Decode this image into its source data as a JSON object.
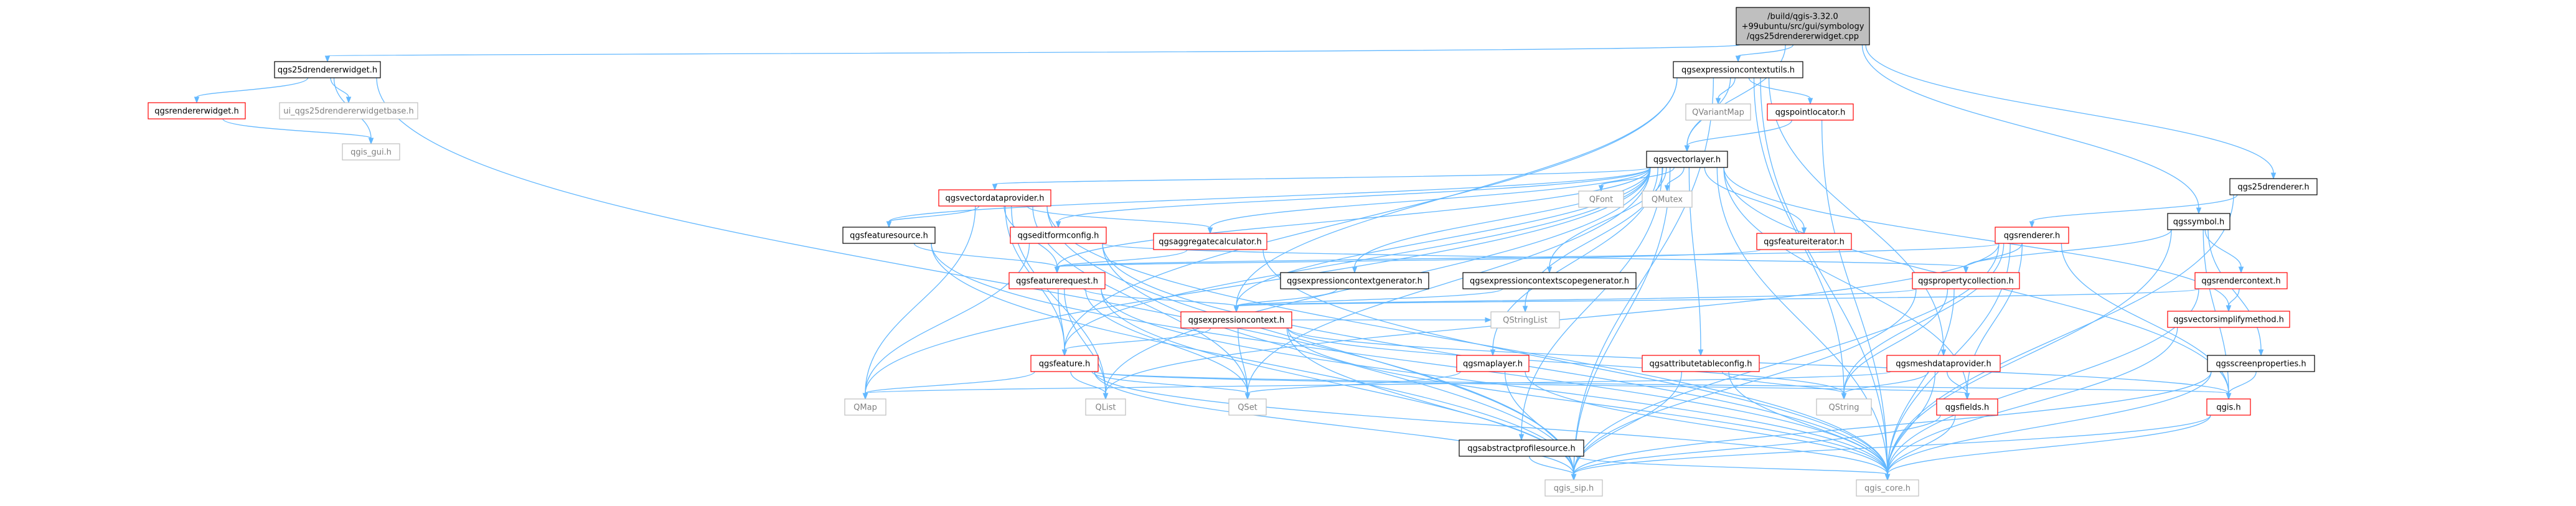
{
  "colors": {
    "edge": "#63b8ff",
    "border_default": "#000000",
    "border_red": "#ff0000",
    "border_gray": "#bfbfbf",
    "fill_root": "#bfbfbf",
    "fill_default": "#ffffff",
    "text_default": "#000000",
    "text_gray": "#7f7f7f"
  },
  "nodes": [
    {
      "id": "root",
      "kind": "root",
      "lines": [
        "/build/qgis-3.32.0",
        "+99ubuntu/src/gui/symbology",
        "/qgs25drendererwidget.cpp"
      ]
    },
    {
      "id": "qgs25drendererwidget_h",
      "kind": "normal",
      "lines": [
        "qgs25drendererwidget.h"
      ]
    },
    {
      "id": "qgsexpressioncontextutils_h",
      "kind": "normal",
      "lines": [
        "qgsexpressioncontextutils.h"
      ]
    },
    {
      "id": "qgsvectorlayer_h",
      "kind": "normal",
      "lines": [
        "qgsvectorlayer.h"
      ]
    },
    {
      "id": "qgs25drenderer_h",
      "kind": "normal",
      "lines": [
        "qgs25drenderer.h"
      ]
    },
    {
      "id": "qgssymbol_h",
      "kind": "normal",
      "lines": [
        "qgssymbol.h"
      ]
    },
    {
      "id": "qgsrendererwidget_h",
      "kind": "red",
      "lines": [
        "qgsrendererwidget.h"
      ]
    },
    {
      "id": "ui_qgs25drendererwidgetbase_h",
      "kind": "gray",
      "lines": [
        "ui_qgs25drendererwidgetbase.h"
      ]
    },
    {
      "id": "qgis_gui_h",
      "kind": "gray",
      "lines": [
        "qgis_gui.h"
      ]
    },
    {
      "id": "qvariantmap",
      "kind": "gray",
      "lines": [
        "QVariantMap"
      ]
    },
    {
      "id": "qgspointlocator_h",
      "kind": "red",
      "lines": [
        "qgspointlocator.h"
      ]
    },
    {
      "id": "qgsvectordataprovider_h",
      "kind": "red",
      "lines": [
        "qgsvectordataprovider.h"
      ]
    },
    {
      "id": "qfont",
      "kind": "gray",
      "lines": [
        "QFont"
      ]
    },
    {
      "id": "qmutex",
      "kind": "gray",
      "lines": [
        "QMutex"
      ]
    },
    {
      "id": "qgsfeaturesource_h",
      "kind": "normal",
      "lines": [
        "qgsfeaturesource.h"
      ]
    },
    {
      "id": "qgseditformconfig_h",
      "kind": "red",
      "lines": [
        "qgseditformconfig.h"
      ]
    },
    {
      "id": "qgsaggregatecalculator_h",
      "kind": "red",
      "lines": [
        "qgsaggregatecalculator.h"
      ]
    },
    {
      "id": "qgsfeatureiterator_h",
      "kind": "red",
      "lines": [
        "qgsfeatureiterator.h"
      ]
    },
    {
      "id": "qgsrenderer_h",
      "kind": "red",
      "lines": [
        "qgsrenderer.h"
      ]
    },
    {
      "id": "qgsfeaturerequest_h",
      "kind": "red",
      "lines": [
        "qgsfeaturerequest.h"
      ]
    },
    {
      "id": "qgsexpressioncontextgenerator_h",
      "kind": "normal",
      "lines": [
        "qgsexpressioncontextgenerator.h"
      ]
    },
    {
      "id": "qgsexpressioncontextscopegenerator_h",
      "kind": "normal",
      "lines": [
        "qgsexpressioncontextscopegenerator.h"
      ]
    },
    {
      "id": "qgspropertycollection_h",
      "kind": "red",
      "lines": [
        "qgspropertycollection.h"
      ]
    },
    {
      "id": "qgsrendercontext_h",
      "kind": "red",
      "lines": [
        "qgsrendercontext.h"
      ]
    },
    {
      "id": "qgsvectorsimplifymethod_h",
      "kind": "red",
      "lines": [
        "qgsvectorsimplifymethod.h"
      ]
    },
    {
      "id": "qgsexpressioncontext_h",
      "kind": "red",
      "lines": [
        "qgsexpressioncontext.h"
      ]
    },
    {
      "id": "qstringlist",
      "kind": "gray",
      "lines": [
        "QStringList"
      ]
    },
    {
      "id": "qgsfeature_h",
      "kind": "red",
      "lines": [
        "qgsfeature.h"
      ]
    },
    {
      "id": "qgsmaplayer_h",
      "kind": "red",
      "lines": [
        "qgsmaplayer.h"
      ]
    },
    {
      "id": "qgsattributetableconfig_h",
      "kind": "red",
      "lines": [
        "qgsattributetableconfig.h"
      ]
    },
    {
      "id": "qgsmeshdataprovider_h",
      "kind": "red",
      "lines": [
        "qgsmeshdataprovider.h"
      ]
    },
    {
      "id": "qgsscreenproperties_h",
      "kind": "normal",
      "lines": [
        "qgsscreenproperties.h"
      ]
    },
    {
      "id": "qmap",
      "kind": "gray",
      "lines": [
        "QMap"
      ]
    },
    {
      "id": "qlist",
      "kind": "gray",
      "lines": [
        "QList"
      ]
    },
    {
      "id": "qset",
      "kind": "gray",
      "lines": [
        "QSet"
      ]
    },
    {
      "id": "qgsabstractprofilesource_h",
      "kind": "normal",
      "lines": [
        "qgsabstractprofilesource.h"
      ]
    },
    {
      "id": "qstring",
      "kind": "gray",
      "lines": [
        "QString"
      ]
    },
    {
      "id": "qgsfields_h",
      "kind": "red",
      "lines": [
        "qgsfields.h"
      ]
    },
    {
      "id": "qgis_h",
      "kind": "red",
      "lines": [
        "qgis.h"
      ]
    },
    {
      "id": "qgis_sip_h",
      "kind": "gray",
      "lines": [
        "qgis_sip.h"
      ]
    },
    {
      "id": "qgis_core_h",
      "kind": "gray",
      "lines": [
        "qgis_core.h"
      ]
    }
  ],
  "edges": [
    [
      "root",
      "qgs25drendererwidget_h"
    ],
    [
      "root",
      "qgsexpressioncontextutils_h"
    ],
    [
      "root",
      "qgsvectorlayer_h"
    ],
    [
      "root",
      "qgs25drenderer_h"
    ],
    [
      "root",
      "qgssymbol_h"
    ],
    [
      "qgs25drendererwidget_h",
      "qgsrendererwidget_h"
    ],
    [
      "qgs25drendererwidget_h",
      "ui_qgs25drendererwidgetbase_h"
    ],
    [
      "qgs25drendererwidget_h",
      "qgis_gui_h"
    ],
    [
      "qgs25drendererwidget_h",
      "qgis_sip_h"
    ],
    [
      "qgsrendererwidget_h",
      "qgis_gui_h"
    ],
    [
      "qgsexpressioncontextutils_h",
      "qvariantmap"
    ],
    [
      "qgsexpressioncontextutils_h",
      "qgspointlocator_h"
    ],
    [
      "qgsexpressioncontextutils_h",
      "qgsvectorlayer_h"
    ],
    [
      "qgsexpressioncontextutils_h",
      "qgsexpressioncontext_h"
    ],
    [
      "qgsexpressioncontextutils_h",
      "qgsfeature_h"
    ],
    [
      "qgsexpressioncontextutils_h",
      "qstring"
    ],
    [
      "qgsexpressioncontextutils_h",
      "qgis_sip_h"
    ],
    [
      "qgsexpressioncontextutils_h",
      "qgis_core_h"
    ],
    [
      "qgsexpressioncontextutils_h",
      "qgsmeshdataprovider_h"
    ],
    [
      "qgspointlocator_h",
      "qgsvectorlayer_h"
    ],
    [
      "qgspointlocator_h",
      "qgis_core_h"
    ],
    [
      "qgsvectorlayer_h",
      "qgsvectordataprovider_h"
    ],
    [
      "qgsvectorlayer_h",
      "qfont"
    ],
    [
      "qgsvectorlayer_h",
      "qmutex"
    ],
    [
      "qgsvectorlayer_h",
      "qgsfeaturesource_h"
    ],
    [
      "qgsvectorlayer_h",
      "qgseditformconfig_h"
    ],
    [
      "qgsvectorlayer_h",
      "qgsaggregatecalculator_h"
    ],
    [
      "qgsvectorlayer_h",
      "qgsfeatureiterator_h"
    ],
    [
      "qgsvectorlayer_h",
      "qgsfeaturerequest_h"
    ],
    [
      "qgsvectorlayer_h",
      "qgsexpressioncontextgenerator_h"
    ],
    [
      "qgsvectorlayer_h",
      "qgsexpressioncontextscopegenerator_h"
    ],
    [
      "qgsvectorlayer_h",
      "qgsexpressioncontext_h"
    ],
    [
      "qgsvectorlayer_h",
      "qgsfeature_h"
    ],
    [
      "qgsvectorlayer_h",
      "qgsmaplayer_h"
    ],
    [
      "qgsvectorlayer_h",
      "qgsattributetableconfig_h"
    ],
    [
      "qgsvectorlayer_h",
      "qgsvectorsimplifymethod_h"
    ],
    [
      "qgsvectorlayer_h",
      "qmap"
    ],
    [
      "qgsvectorlayer_h",
      "qlist"
    ],
    [
      "qgsvectorlayer_h",
      "qset"
    ],
    [
      "qgsvectorlayer_h",
      "qstringlist"
    ],
    [
      "qgsvectorlayer_h",
      "qgsfields_h"
    ],
    [
      "qgsvectorlayer_h",
      "qgis_h"
    ],
    [
      "qgsvectorlayer_h",
      "qgis_sip_h"
    ],
    [
      "qgsvectorlayer_h",
      "qgis_core_h"
    ],
    [
      "qgsvectorlayer_h",
      "qgsabstractprofilesource_h"
    ],
    [
      "qgsvectordataprovider_h",
      "qgsfeaturesource_h"
    ],
    [
      "qgsvectordataprovider_h",
      "qgsaggregatecalculator_h"
    ],
    [
      "qgsvectordataprovider_h",
      "qgsfeaturerequest_h"
    ],
    [
      "qgsvectordataprovider_h",
      "qgsfeature_h"
    ],
    [
      "qgsvectordataprovider_h",
      "qmap"
    ],
    [
      "qgsvectordataprovider_h",
      "qlist"
    ],
    [
      "qgsvectordataprovider_h",
      "qset"
    ],
    [
      "qgsvectordataprovider_h",
      "qgis_sip_h"
    ],
    [
      "qgsvectordataprovider_h",
      "qgis_core_h"
    ],
    [
      "qgsfeaturesource_h",
      "qgsfeaturerequest_h"
    ],
    [
      "qgsfeaturesource_h",
      "qgis_sip_h"
    ],
    [
      "qgsfeaturesource_h",
      "qgis_core_h"
    ],
    [
      "qgseditformconfig_h",
      "qgspropertycollection_h"
    ],
    [
      "qgseditformconfig_h",
      "qmap"
    ],
    [
      "qgseditformconfig_h",
      "qgis_sip_h"
    ],
    [
      "qgseditformconfig_h",
      "qgis_core_h"
    ],
    [
      "qgsaggregatecalculator_h",
      "qgsfeaturerequest_h"
    ],
    [
      "qgsaggregatecalculator_h",
      "qgis_core_h"
    ],
    [
      "qgsfeatureiterator_h",
      "qgsfeaturerequest_h"
    ],
    [
      "qgsfeaturerequest_h",
      "qgsexpressioncontext_h"
    ],
    [
      "qgsfeaturerequest_h",
      "qgsfeature_h"
    ],
    [
      "qgsfeaturerequest_h",
      "qlist"
    ],
    [
      "qgsfeaturerequest_h",
      "qset"
    ],
    [
      "qgsfeaturerequest_h",
      "qgis_sip_h"
    ],
    [
      "qgsfeaturerequest_h",
      "qgis_core_h"
    ],
    [
      "qgsexpressioncontextgenerator_h",
      "qgsexpressioncontext_h"
    ],
    [
      "qgsexpressioncontextscopegenerator_h",
      "qgsexpressioncontext_h"
    ],
    [
      "qgsexpressioncontext_h",
      "qgsfeature_h"
    ],
    [
      "qgsexpressioncontext_h",
      "qstringlist"
    ],
    [
      "qgsexpressioncontext_h",
      "qset"
    ],
    [
      "qgsexpressioncontext_h",
      "qstring"
    ],
    [
      "qgsexpressioncontext_h",
      "qgis_h"
    ],
    [
      "qgsexpressioncontext_h",
      "qgis_sip_h"
    ],
    [
      "qgsexpressioncontext_h",
      "qgis_core_h"
    ],
    [
      "qgsfeature_h",
      "qmap"
    ],
    [
      "qgsfeature_h",
      "qlist"
    ],
    [
      "qgsfeature_h",
      "qset"
    ],
    [
      "qgsfeature_h",
      "qgsfields_h"
    ],
    [
      "qgsfeature_h",
      "qgis_h"
    ],
    [
      "qgsfeature_h",
      "qgis_sip_h"
    ],
    [
      "qgsfeature_h",
      "qgis_core_h"
    ],
    [
      "qgsmaplayer_h",
      "qset"
    ],
    [
      "qgsmaplayer_h",
      "qgis_sip_h"
    ],
    [
      "qgsmaplayer_h",
      "qgis_core_h"
    ],
    [
      "qgsattributetableconfig_h",
      "qstring"
    ],
    [
      "qgsattributetableconfig_h",
      "qgis_sip_h"
    ],
    [
      "qgsattributetableconfig_h",
      "qgis_core_h"
    ],
    [
      "qgsabstractprofilesource_h",
      "qgis_sip_h"
    ],
    [
      "qgsabstractprofilesource_h",
      "qgis_core_h"
    ],
    [
      "qgs25drenderer_h",
      "qgsrenderer_h"
    ],
    [
      "qgs25drenderer_h",
      "qgis_core_h"
    ],
    [
      "qgsrenderer_h",
      "qgsfeaturerequest_h"
    ],
    [
      "qgsrenderer_h",
      "qgspropertycollection_h"
    ],
    [
      "qgsrenderer_h",
      "qlist"
    ],
    [
      "qgsrenderer_h",
      "qstring"
    ],
    [
      "qgsrenderer_h",
      "qgsfields_h"
    ],
    [
      "qgsrenderer_h",
      "qgis_h"
    ],
    [
      "qgsrenderer_h",
      "qgis_sip_h"
    ],
    [
      "qgsrenderer_h",
      "qgis_core_h"
    ],
    [
      "qgssymbol_h",
      "qgspropertycollection_h"
    ],
    [
      "qgssymbol_h",
      "qgsrendercontext_h"
    ],
    [
      "qgssymbol_h",
      "qgsscreenproperties_h"
    ],
    [
      "qgssymbol_h",
      "qgis_h"
    ],
    [
      "qgssymbol_h",
      "qgis_core_h"
    ],
    [
      "qgspropertycollection_h",
      "qgsexpressioncontext_h"
    ],
    [
      "qgspropertycollection_h",
      "qstring"
    ],
    [
      "qgspropertycollection_h",
      "qgis_sip_h"
    ],
    [
      "qgspropertycollection_h",
      "qgis_core_h"
    ],
    [
      "qgsrendercontext_h",
      "qgsexpressioncontext_h"
    ],
    [
      "qgsrendercontext_h",
      "qgsvectorsimplifymethod_h"
    ],
    [
      "qgsrendercontext_h",
      "qgis_core_h"
    ],
    [
      "qgsvectorsimplifymethod_h",
      "qgis_core_h"
    ],
    [
      "qgsscreenproperties_h",
      "qgis_h"
    ],
    [
      "qgsscreenproperties_h",
      "qgis_sip_h"
    ],
    [
      "qgsscreenproperties_h",
      "qgis_core_h"
    ],
    [
      "qgsmeshdataprovider_h",
      "qmap"
    ],
    [
      "qgsmeshdataprovider_h",
      "qstring"
    ],
    [
      "qgsmeshdataprovider_h",
      "qgsfields_h"
    ],
    [
      "qgsmeshdataprovider_h",
      "qgis_core_h"
    ],
    [
      "qgsfields_h",
      "qgis_sip_h"
    ],
    [
      "qgsfields_h",
      "qgis_core_h"
    ],
    [
      "qgis_h",
      "qgis_sip_h"
    ],
    [
      "qgis_h",
      "qgis_core_h"
    ]
  ]
}
